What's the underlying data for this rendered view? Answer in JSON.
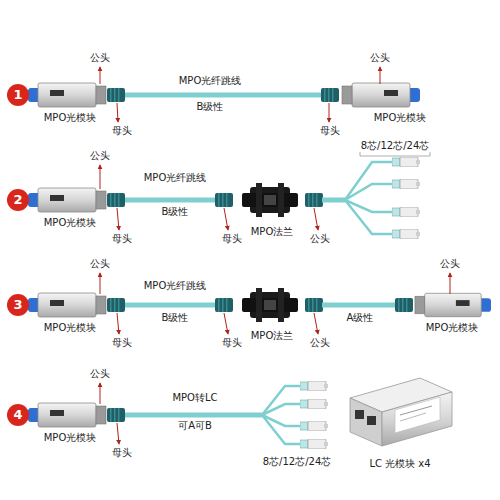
{
  "diagram": {
    "nodes": [
      {
        "text": [
          "1"
        ]
      },
      {
        "text": [
          "2"
        ]
      },
      {
        "text": [
          "3"
        ]
      },
      {
        "text": [
          "4"
        ]
      }
    ],
    "labels": [
      "公头",
      "MPO光纤跳线",
      "B级性",
      "公头",
      "MPO光模块",
      "母头",
      "母头",
      "MPO光模块",
      "公头",
      "MPO光纤跳线",
      "B级性",
      "8芯/12芯/24芯",
      "MPO光模块",
      "母头",
      "母头",
      "MPO法兰",
      "公头",
      "公头",
      "MPO光纤跳线",
      "B级性",
      "公头",
      "MPO光模块",
      "母头",
      "母头",
      "MPO法兰",
      "公头",
      "A级性",
      "MPO光模块",
      "公头",
      "MPO转LC",
      "可A可B",
      "MPO光模块",
      "母头",
      "8芯/12芯/24芯",
      "LC 光模块 x4"
    ]
  }
}
